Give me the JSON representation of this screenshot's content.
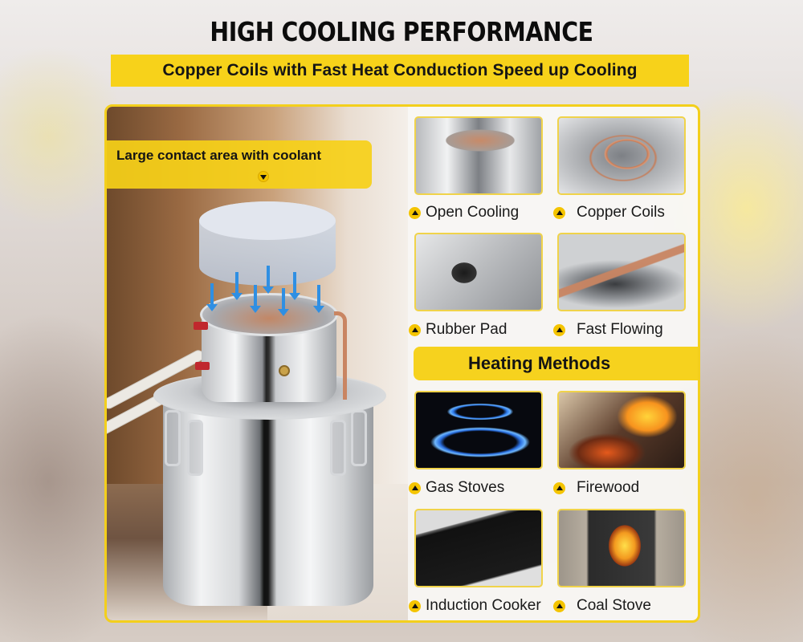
{
  "header": {
    "title": "HIGH COOLING PERFORMANCE",
    "subtitle": "Copper Coils with Fast Heat Conduction Speed up Cooling"
  },
  "hero": {
    "callout": "Large contact area with coolant",
    "callout_icon": "triangle-down-bullet",
    "image_alt": "Stainless steel distiller pot with copper coil condenser and coolant water block"
  },
  "features": {
    "items": [
      {
        "label": "Open Cooling",
        "icon": "triangle-up-bullet"
      },
      {
        "label": "Copper Coils",
        "icon": "triangle-up-bullet"
      },
      {
        "label": "Rubber Pad",
        "icon": "triangle-up-bullet"
      },
      {
        "label": "Fast Flowing",
        "icon": "triangle-up-bullet"
      }
    ]
  },
  "heating": {
    "title": "Heating Methods",
    "items": [
      {
        "label": "Gas Stoves",
        "icon": "triangle-up-bullet"
      },
      {
        "label": "Firewood",
        "icon": "triangle-up-bullet"
      },
      {
        "label": "Induction Cooker",
        "icon": "triangle-up-bullet"
      },
      {
        "label": "Coal Stove",
        "icon": "triangle-up-bullet"
      }
    ]
  },
  "colors": {
    "accent_yellow": "#f6d21e",
    "text_dark": "#141414",
    "arrow_blue": "#2f8fe3",
    "copper": "#c98562"
  }
}
